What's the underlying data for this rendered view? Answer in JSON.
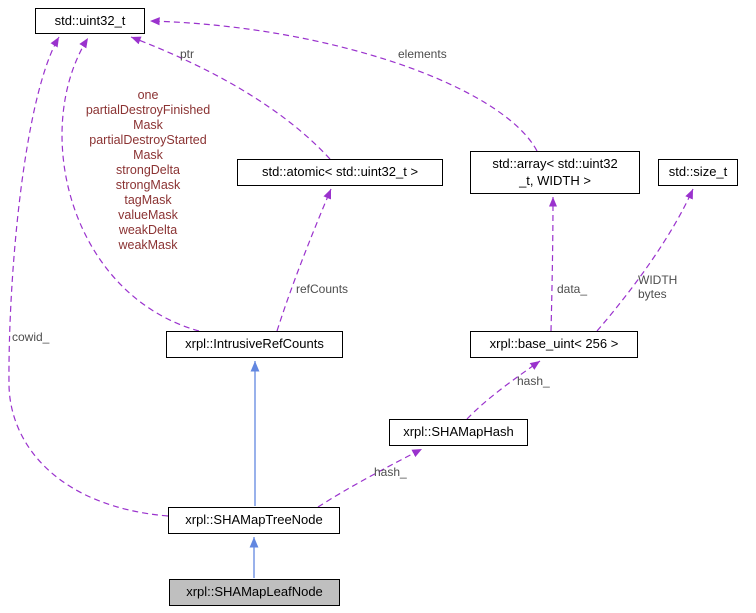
{
  "diagram": {
    "nodes": {
      "uint32": {
        "label": "std::uint32_t"
      },
      "atomic": {
        "label": "std::atomic< std::uint32_t >"
      },
      "array": {
        "label_line1": "std::array< std::uint32",
        "label_line2": "_t, WIDTH >"
      },
      "size_t": {
        "label": "std::size_t"
      },
      "intrusive": {
        "label": "xrpl::IntrusiveRefCounts"
      },
      "base_uint": {
        "label": "xrpl::base_uint< 256 >"
      },
      "shamaphash": {
        "label": "xrpl::SHAMapHash"
      },
      "treenode": {
        "label": "xrpl::SHAMapTreeNode"
      },
      "leafnode": {
        "label": "xrpl::SHAMapLeafNode"
      }
    },
    "edge_labels": {
      "ptr": "ptr",
      "elements": "elements",
      "refCounts": "refCounts",
      "data": "data_",
      "width": "WIDTH",
      "bytes": "bytes",
      "cowid": "cowid_",
      "hash_upper": "hash_",
      "hash_lower": "hash_",
      "members": [
        "one",
        "partialDestroyFinished",
        "Mask",
        "partialDestroyStarted",
        "Mask",
        "strongDelta",
        "strongMask",
        "tagMask",
        "valueMask",
        "weakDelta",
        "weakMask"
      ]
    },
    "colors": {
      "usage_edge": "#9a32cd",
      "inheritance_edge": "#6287e0",
      "edge_label": "#4d4d4d",
      "member_label": "#8b3333",
      "node_border": "#000000",
      "node_fill": "#ffffff",
      "highlight_fill": "#bfbfbf"
    }
  }
}
